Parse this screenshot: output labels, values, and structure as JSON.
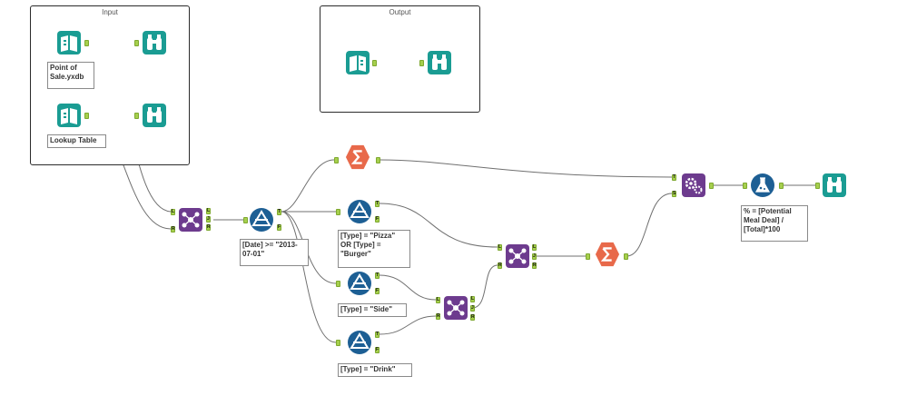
{
  "containers": {
    "input": "Input",
    "output": "Output"
  },
  "notes": {
    "pos": "Point of Sale.yxdb",
    "lookup": "Lookup Table",
    "filter_date": "[Date] >= \"2013-07-01\"",
    "filter_pizza": "[Type] = \"Pizza\" OR [Type] = \"Burger\"",
    "filter_side": "[Type] = \"Side\"",
    "filter_drink": "[Type] = \"Drink\"",
    "formula": "% = [Potential Meal Deal] / [Total]*100"
  },
  "anchor_labels": {
    "t": "T",
    "f": "F",
    "l": "L",
    "j": "J",
    "r": "R",
    "s": "S"
  },
  "tool_icons": [
    "input-data-icon",
    "browse-icon",
    "join-icon",
    "filter-icon",
    "summarize-icon",
    "append-fields-icon",
    "formula-icon"
  ],
  "colors": {
    "teal": "#1a9c93",
    "purple": "#6d3b8e",
    "blue": "#1d5f94",
    "orange": "#e8694a",
    "anchor": "#a6cf4d"
  }
}
